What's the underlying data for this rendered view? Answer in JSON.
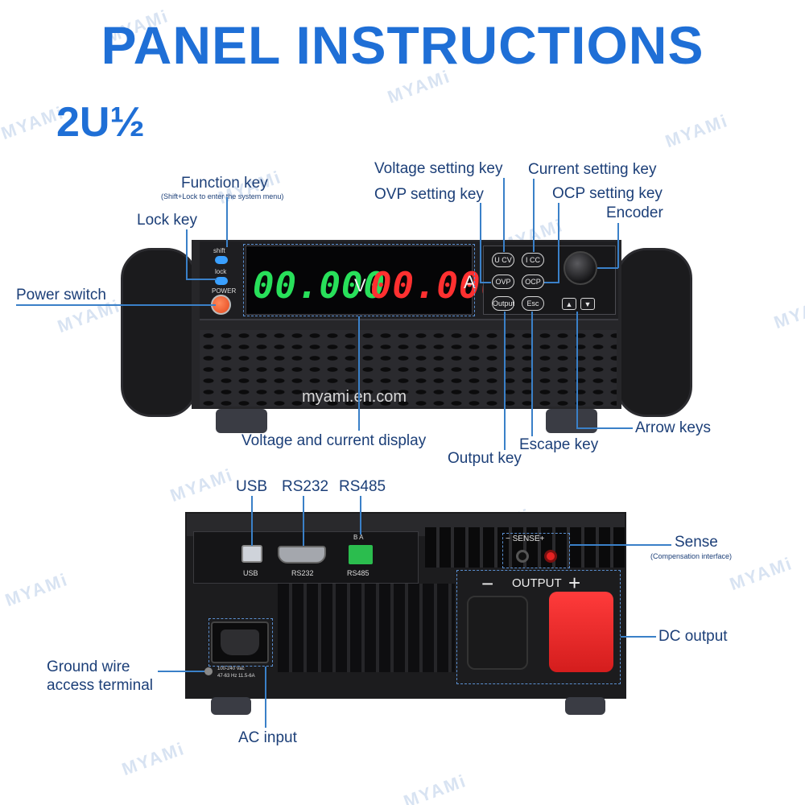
{
  "title": "PANEL INSTRUCTIONS",
  "subtitle": "2U½",
  "watermark": "MYAMi",
  "watermark_url": "myami.en.com",
  "front": {
    "display_volts": "00.000",
    "display_volts_unit": "V",
    "display_amps": "00.000",
    "display_amps_unit": "A",
    "key_shift": "shift",
    "key_lock": "lock",
    "key_power": "POWER",
    "key_ucv": "U CV",
    "key_icc": "I CC",
    "key_ovp": "OVP",
    "key_ocp": "OCP",
    "key_output": "Output",
    "key_esc": "Esc",
    "key_up": "▲",
    "key_down": "▼"
  },
  "front_labels": {
    "function_key": "Function key",
    "function_key_note": "(Shift+Lock to enter the system menu)",
    "lock_key": "Lock key",
    "power_switch": "Power switch",
    "voltage_setting_key": "Voltage setting key",
    "current_setting_key": "Current setting key",
    "ovp_setting_key": "OVP setting key",
    "ocp_setting_key": "OCP setting key",
    "encoder": "Encoder",
    "arrow_keys": "Arrow keys",
    "display": "Voltage and current display",
    "escape_key": "Escape key",
    "output_key": "Output key"
  },
  "rear": {
    "usb": "USB",
    "rs232": "RS232",
    "rs485": "RS485",
    "rs485_pins": "B A",
    "sense_panel": "− SENSE+",
    "output_panel": "OUTPUT",
    "output_minus": "−",
    "output_plus": "+",
    "ac_rating_1": "100-240 Vac",
    "ac_rating_2": "47-63 Hz  11.5-6A"
  },
  "rear_labels": {
    "usb": "USB",
    "rs232": "RS232",
    "rs485": "RS485",
    "sense": "Sense",
    "sense_note": "(Compensation interface)",
    "dc_output": "DC output",
    "ground_1": "Ground wire",
    "ground_2": "access terminal",
    "ac_input": "AC input"
  },
  "colors": {
    "title": "#1f6fd6",
    "leader_line": "#3a80c8",
    "volts_digits": "#28e05a",
    "amps_digits": "#ff3030",
    "power_button": "#e4471c",
    "red_terminal_cap": "#e52222"
  }
}
